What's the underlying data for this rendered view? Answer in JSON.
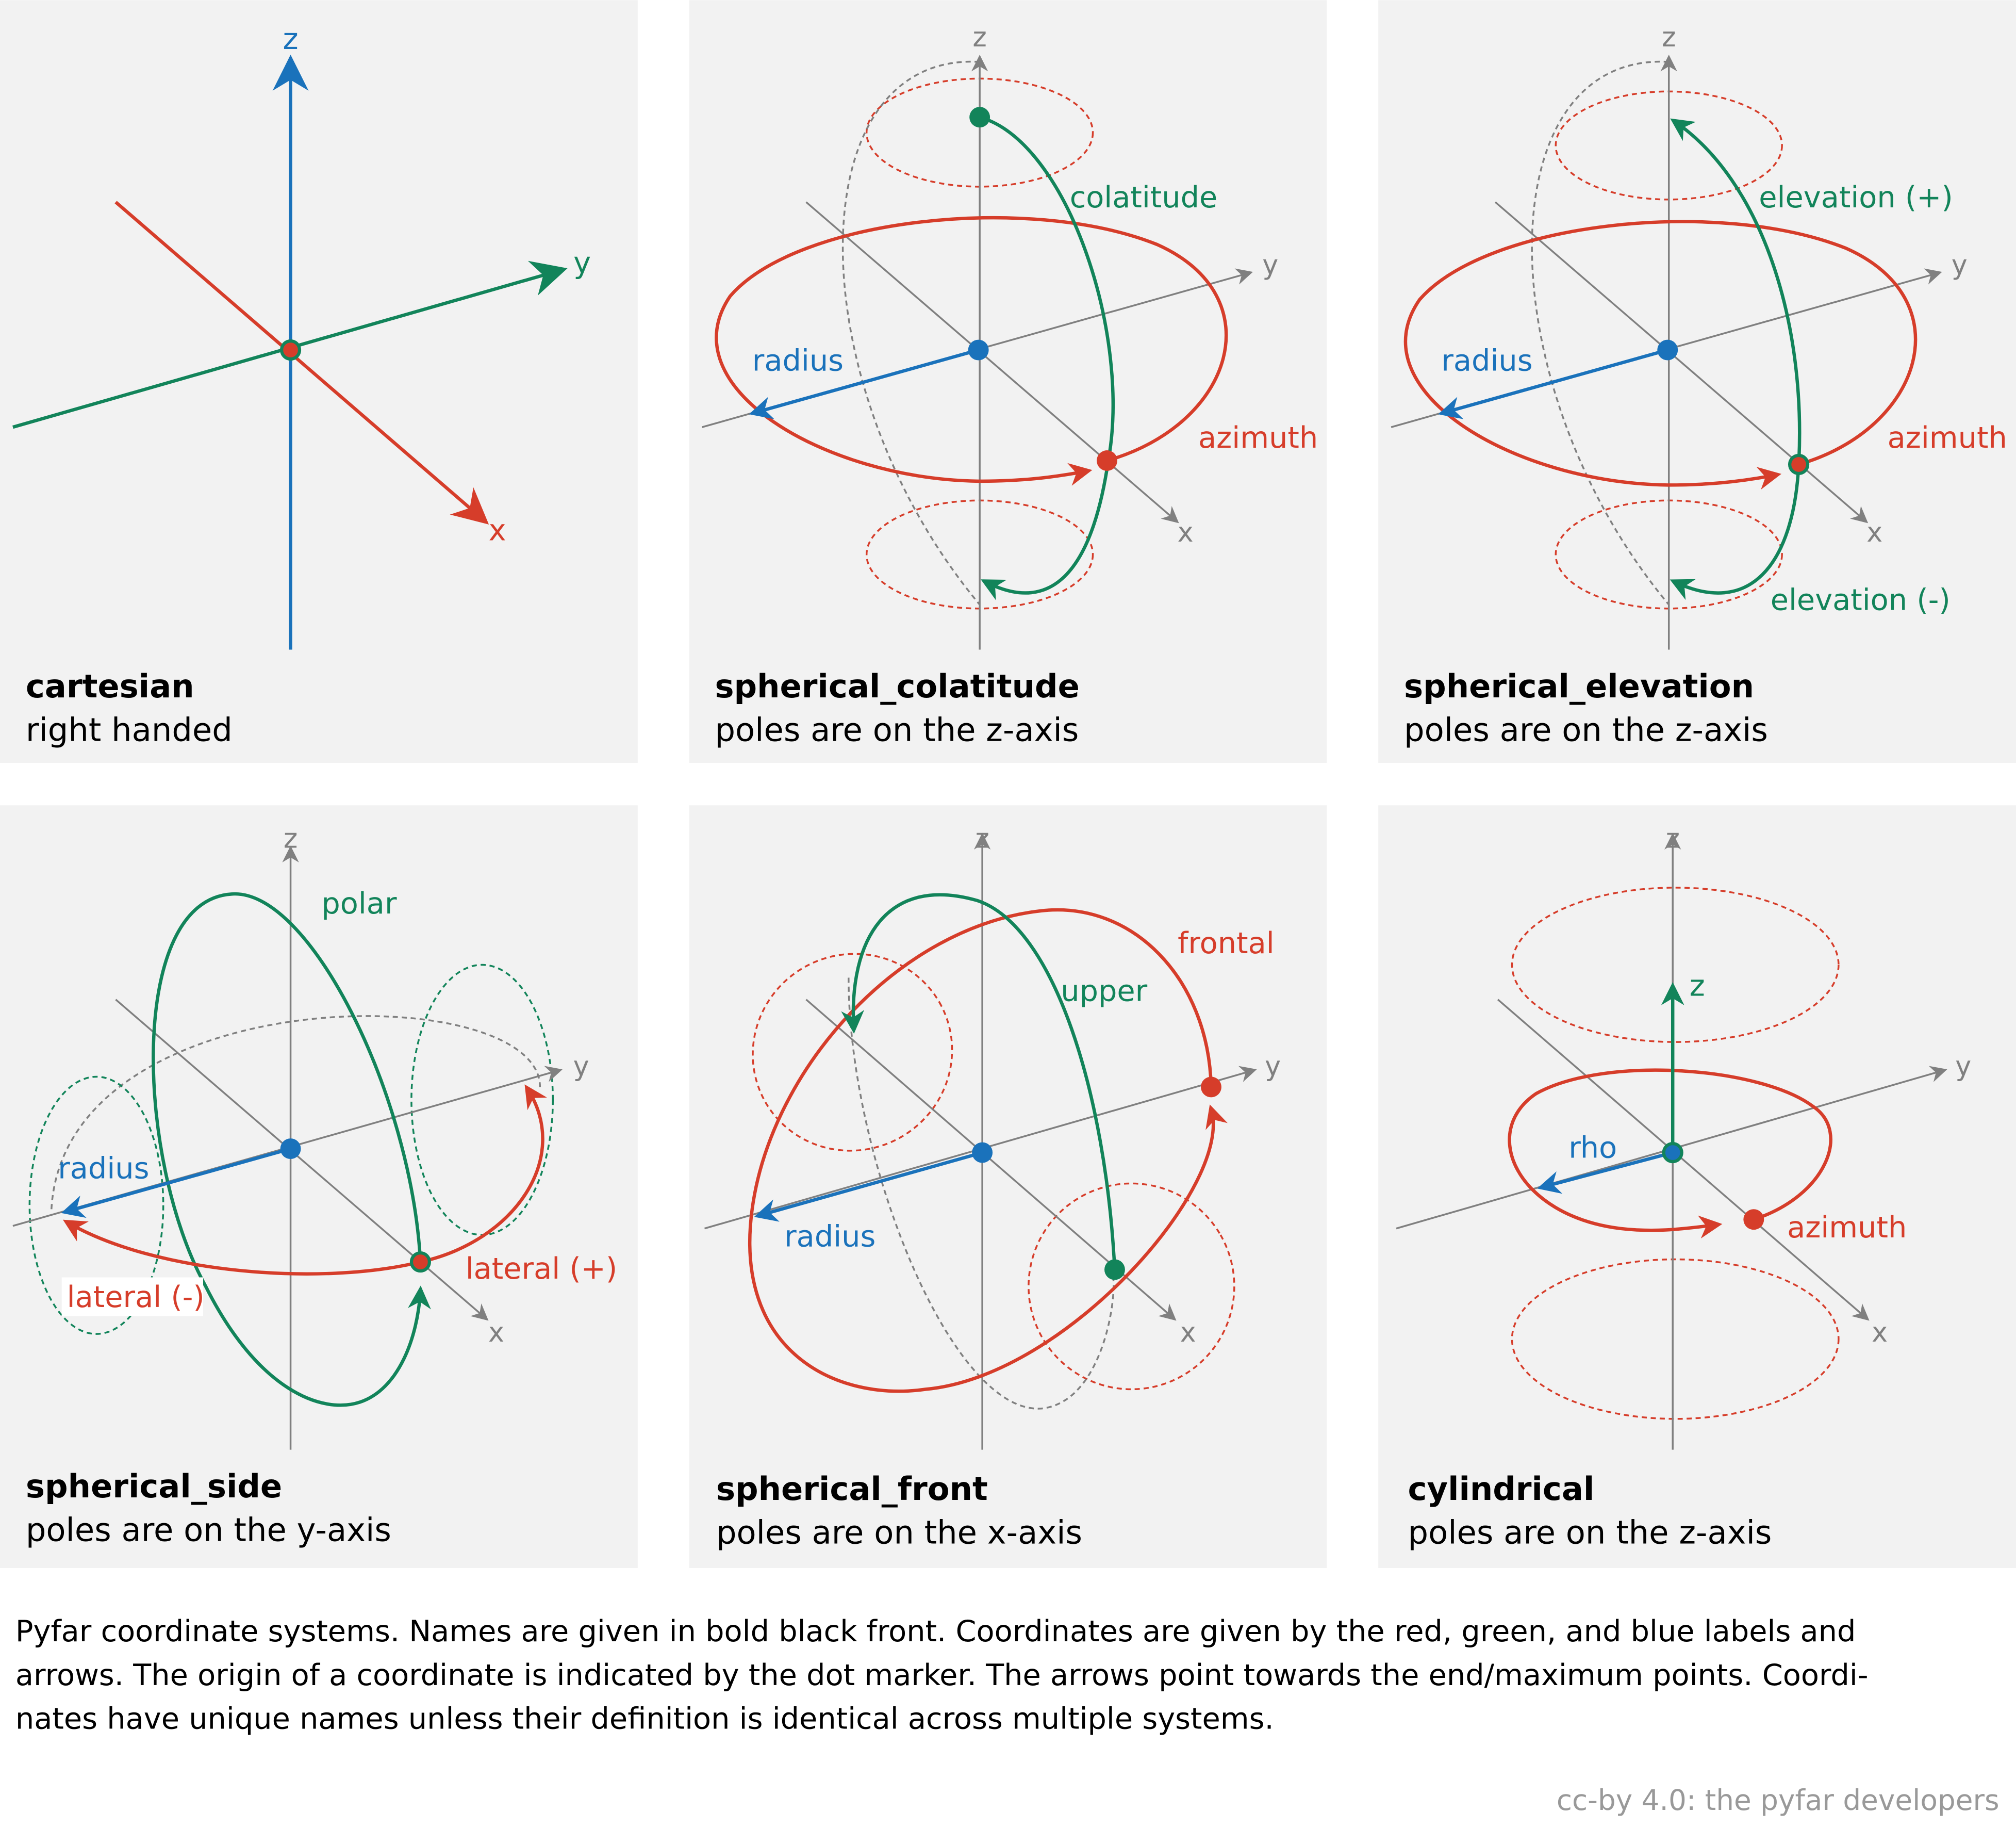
{
  "colors": {
    "red": "#d63d2a",
    "green": "#12845a",
    "blue": "#1a72bb",
    "axis": "#808080",
    "panel": "#f2f2f2"
  },
  "axes": {
    "x": "x",
    "y": "y",
    "z": "z"
  },
  "panels": [
    {
      "title": "cartesian",
      "subtitle": "right handed",
      "labels": {}
    },
    {
      "title": "spherical_colatitude",
      "subtitle": "poles are on the z-axis",
      "labels": {
        "green": "colatitude",
        "blue": "radius",
        "red": "azimuth"
      }
    },
    {
      "title": "spherical_elevation",
      "subtitle": "poles are on the z-axis",
      "labels": {
        "green_up": "elevation (+)",
        "green_down": "elevation (-)",
        "blue": "radius",
        "red": "azimuth"
      }
    },
    {
      "title": "spherical_side",
      "subtitle": "poles are on the y-axis",
      "labels": {
        "green": "polar",
        "blue": "radius",
        "red_plus": "lateral (+)",
        "red_minus": "lateral (-)"
      }
    },
    {
      "title": "spherical_front",
      "subtitle": "poles are on the x-axis",
      "labels": {
        "red": "frontal",
        "green": "upper",
        "blue": "radius"
      }
    },
    {
      "title": "cylindrical",
      "subtitle": "poles are on the z-axis",
      "labels": {
        "green": "z",
        "blue": "rho",
        "red": "azimuth"
      }
    }
  ],
  "caption": [
    "Pyfar coordinate systems. Names are given in bold black front. Coordinates are given by the red, green, and blue labels and",
    "arrows. The origin of a coordinate is indicated by the dot marker. The arrows point towards the end/maximum points. Coordi-",
    "nates have unique names unless their definition is identical across multiple systems."
  ],
  "credit": "cc-by 4.0: the pyfar developers"
}
